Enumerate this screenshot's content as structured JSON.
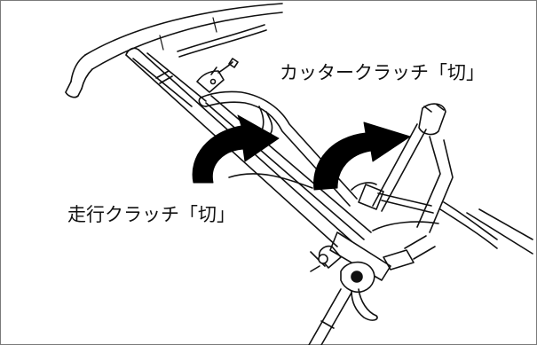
{
  "labels": {
    "cutter_clutch": "カッタークラッチ「切」",
    "travel_clutch": "走行クラッチ「切」"
  },
  "colors": {
    "line": "#111111",
    "arrow": "#000000",
    "border": "#7a7a7a"
  },
  "icons": {
    "travel_arrow": "curved-arrow-clockwise",
    "cutter_arrow": "curved-arrow-clockwise"
  }
}
